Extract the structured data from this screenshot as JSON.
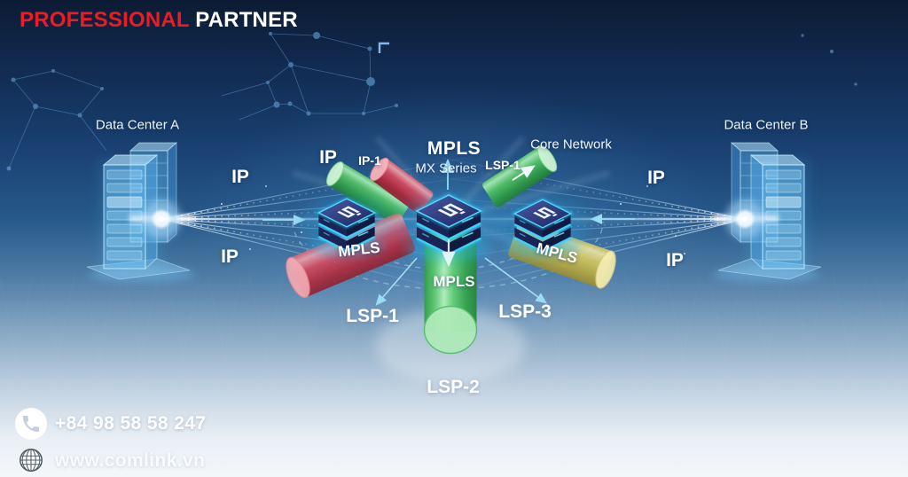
{
  "header": {
    "brand_primary": "PROFESSIONAL",
    "brand_secondary": "PARTNER"
  },
  "diagram": {
    "labels": {
      "dc_a": "Data Center A",
      "dc_b": "Data Center B",
      "ip_a_top": "IP",
      "ip_a_bottom": "IP",
      "ip_b_top": "IP",
      "ip_b_bottom": "IP",
      "ip_tube": "IP",
      "ip1_tube": "IP-1",
      "lsp1_tube": "LSP-1",
      "mpls_title": "MPLS",
      "mx_series": "MX Series",
      "core_network": "Core Network",
      "mpls_left": "MPLS",
      "mpls_center": "MPLS",
      "mpls_right": "MPLS",
      "lsp1": "LSP-1",
      "lsp2": "LSP-2",
      "lsp3": "LSP-3"
    },
    "colors": {
      "brand_red": "#ed1c24",
      "tube_green": "#3fae52",
      "tube_red": "#cf3a4b",
      "tube_yellow": "#d2c050",
      "router_glow": "#41d8ff",
      "arrow_cyan": "#9adcf2",
      "label_text": "#ffffff"
    }
  },
  "contact": {
    "phone": "+84 98 58 58 247",
    "website": "www.comlink.vn"
  }
}
